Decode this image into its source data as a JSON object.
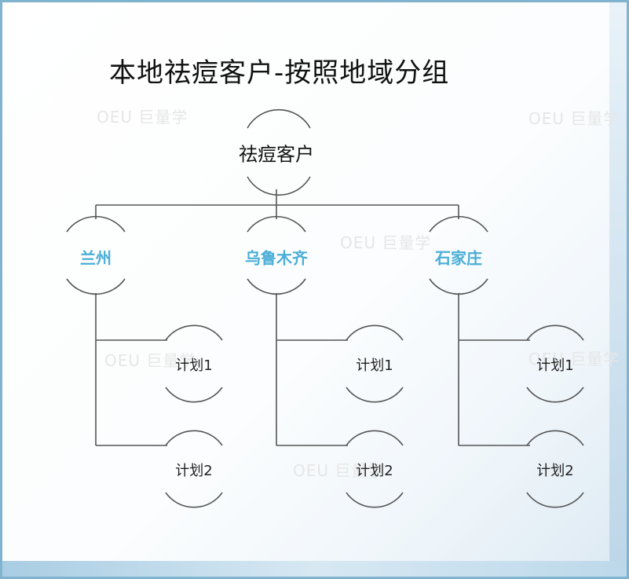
{
  "title": "本地祛痘客户-按照地域分组",
  "root": {
    "label": "祛痘客户"
  },
  "cities": [
    {
      "label": "兰州",
      "plans": [
        "计划1",
        "计划2"
      ]
    },
    {
      "label": "乌鲁木齐",
      "plans": [
        "计划1",
        "计划2"
      ]
    },
    {
      "label": "石家庄",
      "plans": [
        "计划1",
        "计划2"
      ]
    }
  ],
  "watermark": "巨量学",
  "colors": {
    "city_text": "#4aaed6",
    "line": "#555555",
    "frame": "#7fb3cf"
  }
}
